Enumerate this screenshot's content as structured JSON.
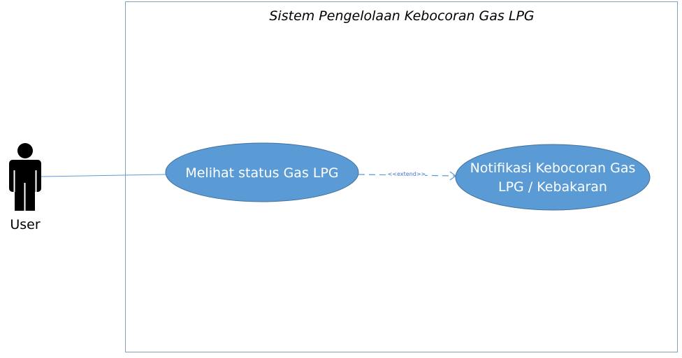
{
  "system": {
    "title": "Sistem Pengelolaan Kebocoran Gas LPG"
  },
  "actor": {
    "label": "User"
  },
  "use_cases": [
    {
      "lines": [
        "Melihat status Gas LPG"
      ]
    },
    {
      "lines": [
        "Notifikasi Kebocoran Gas",
        "LPG / Kebakaran"
      ]
    }
  ],
  "relationships": [
    {
      "from": "User",
      "to": "Melihat status Gas LPG",
      "type": "association"
    },
    {
      "from": "Melihat status Gas LPG",
      "to": "Notifikasi Kebocoran Gas LPG / Kebakaran",
      "type": "extend",
      "label": "<<extend>>"
    }
  ],
  "colors": {
    "usecase_fill": "#5b9bd5",
    "usecase_stroke": "#41719c",
    "boundary_stroke": "#7f9fbf",
    "line": "#5b9bd5",
    "actor": "#000000"
  }
}
